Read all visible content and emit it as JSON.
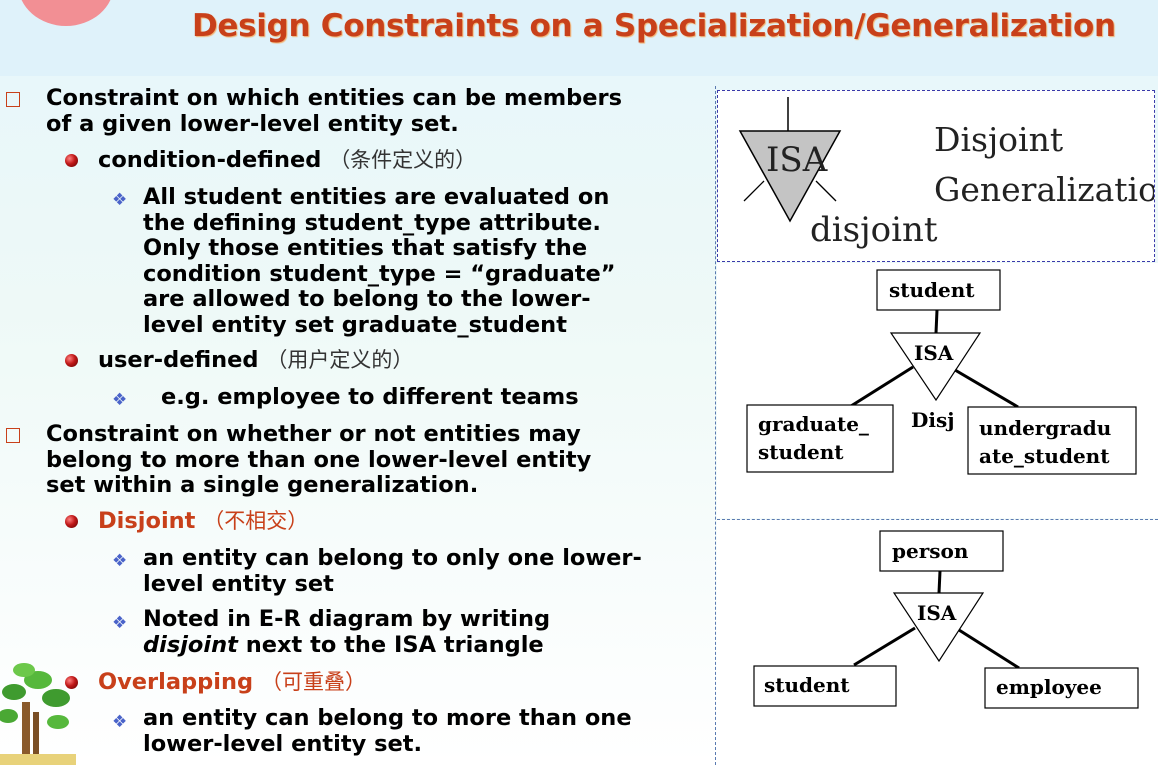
{
  "title": "Design Constraints on a Specialization/Generalization",
  "bullets": {
    "b1": {
      "line1": "Constraint on which entities can be members",
      "line2": "of a given lower-level entity set."
    },
    "b1_1": {
      "label": "condition-defined",
      "cjk": "（条件定义的）"
    },
    "b1_1_1": {
      "lines": [
        "All student entities are evaluated on",
        "the defining student_type attribute.",
        "Only those entities that satisfy the",
        "condition student_type = “graduate”",
        "are allowed to belong to the lower-",
        "level entity set graduate_student"
      ]
    },
    "b1_2": {
      "label": "user-defined",
      "cjk": "（用户定义的）"
    },
    "b1_2_1": {
      "text": "e.g. employee to different teams"
    },
    "b2": {
      "line1": "Constraint on whether or not entities may",
      "line2": "belong to more than one lower-level entity",
      "line3": "set within a single generalization."
    },
    "b2_1": {
      "label": "Disjoint",
      "cjk": "（不相交）"
    },
    "b2_1_1": {
      "line1": "an entity can belong to only one lower-",
      "line2": "level entity set"
    },
    "b2_1_2": {
      "line1": "Noted in E-R diagram by writing",
      "line2_italic": "disjoint",
      "line2_rest": " next to the ISA triangle"
    },
    "b2_2": {
      "label": "Overlapping",
      "cjk": "（可重叠）"
    },
    "b2_2_1": {
      "line1": "an entity can belong to more than one",
      "line2": "lower-level entity set."
    }
  },
  "isa_legend": {
    "triangle_label": "ISA",
    "under_label": "disjoint",
    "caption_line1": "Disjoint",
    "caption_line2": "Generalization"
  },
  "diagram1": {
    "parent": "student",
    "isa": "ISA",
    "constraint": "Disj",
    "left_line1": "graduate_",
    "left_line2": "student",
    "right_line1": "undergradu",
    "right_line2": "ate_student"
  },
  "diagram2": {
    "parent": "person",
    "isa": "ISA",
    "left": "student",
    "right": "employee"
  },
  "colors": {
    "title": "#c8401a",
    "accent_red": "#c8401a",
    "bullet_blue": "#4a63c9"
  }
}
